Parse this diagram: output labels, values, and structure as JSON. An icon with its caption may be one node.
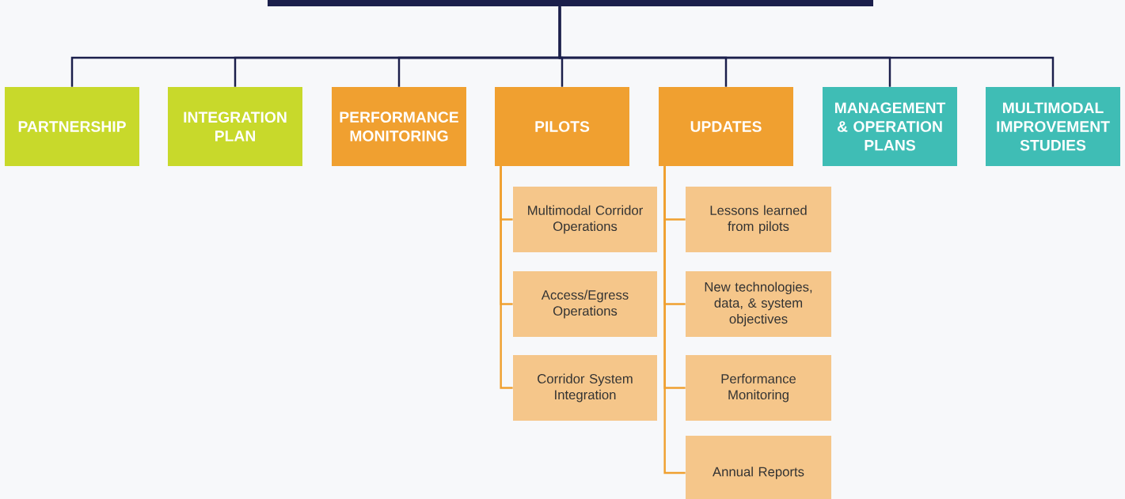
{
  "diagram": {
    "nodes": [
      {
        "text": [],
        "shape": "bar"
      },
      {
        "text": [
          "PARTNERSHIP"
        ]
      },
      {
        "text": [
          "INTEGRATION PLAN"
        ]
      },
      {
        "text": [
          "PERFORMANCE MONITORING"
        ]
      },
      {
        "text": [
          "PILOTS"
        ]
      },
      {
        "text": [
          "UPDATES"
        ]
      },
      {
        "text": [
          "MANAGEMENT & OPERATION PLANS"
        ]
      },
      {
        "text": [
          "MULTIMODAL IMPROVEMENT STUDIES"
        ]
      },
      {
        "text": [
          "Multimodal Corridor Operations"
        ]
      },
      {
        "text": [
          "Access/Egress Operations"
        ]
      },
      {
        "text": [
          "Corridor System Integration"
        ]
      },
      {
        "text": [
          "Lessons learned from pilots"
        ]
      },
      {
        "text": [
          "New technologies, data, & system objectives"
        ]
      },
      {
        "text": [
          "Performance Monitoring"
        ]
      },
      {
        "text": [
          "Annual Reports"
        ]
      }
    ],
    "edges": [
      {
        "from": 0,
        "to": 1,
        "arrow": "none"
      },
      {
        "from": 0,
        "to": 2,
        "arrow": "none"
      },
      {
        "from": 0,
        "to": 3,
        "arrow": "none"
      },
      {
        "from": 0,
        "to": 4,
        "arrow": "none"
      },
      {
        "from": 0,
        "to": 5,
        "arrow": "none"
      },
      {
        "from": 0,
        "to": 6,
        "arrow": "none"
      },
      {
        "from": 0,
        "to": 7,
        "arrow": "none"
      },
      {
        "from": 4,
        "to": 8,
        "arrow": "none",
        "color": "#f0a030"
      },
      {
        "from": 4,
        "to": 9,
        "arrow": "none",
        "color": "#f0a030"
      },
      {
        "from": 4,
        "to": 10,
        "arrow": "none",
        "color": "#f0a030"
      },
      {
        "from": 5,
        "to": 11,
        "arrow": "none",
        "color": "#f0a030"
      },
      {
        "from": 5,
        "to": 12,
        "arrow": "none",
        "color": "#f0a030"
      },
      {
        "from": 5,
        "to": 13,
        "arrow": "none",
        "color": "#f0a030"
      },
      {
        "from": 5,
        "to": 14,
        "arrow": "none",
        "color": "#f0a030"
      }
    ]
  }
}
